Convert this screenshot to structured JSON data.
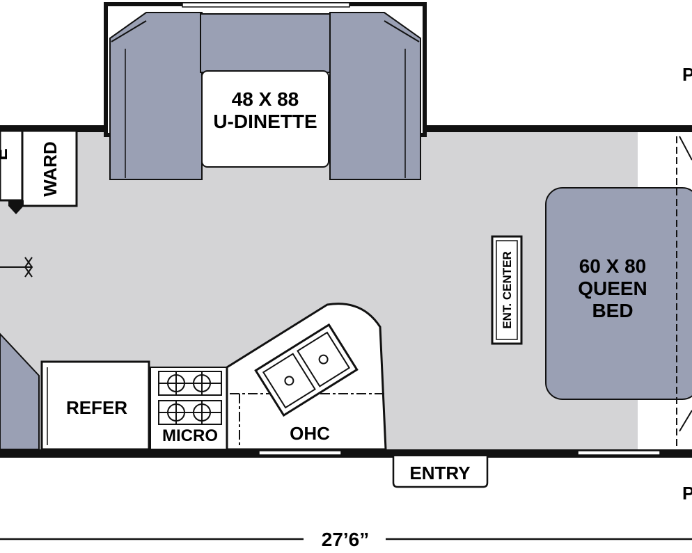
{
  "labels": {
    "dinette_size": "48 X 88",
    "dinette_name": "U-DINETTE",
    "wardrobe": "WARD",
    "wardrobe_cut": "E",
    "ent_center": "ENT. CENTER",
    "bed_size": "60 X 80",
    "bed_line2": "QUEEN",
    "bed_line3": "BED",
    "refer": "REFER",
    "micro": "MICRO",
    "ohc": "OHC",
    "entry": "ENTRY",
    "length": "27’6”",
    "right_top_cut": "P",
    "right_bottom_cut": "P"
  },
  "colors": {
    "floor": "#d4d4d6",
    "furniture": "#9aa0b4",
    "wall": "#111111",
    "counter": "#ffffff"
  }
}
